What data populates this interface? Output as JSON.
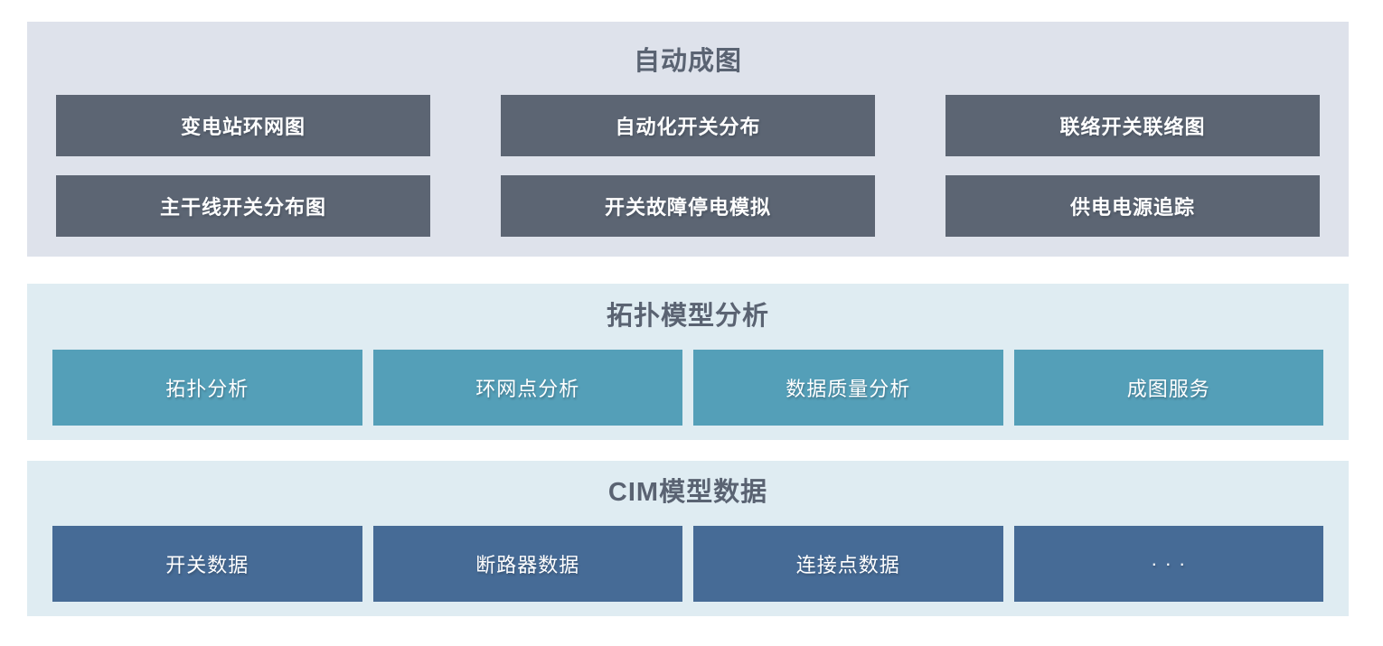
{
  "colors": {
    "title_text": "#5a6372",
    "top_panel_bg": "#dee2eb",
    "top_box": "#5c6573",
    "analysis_panel_bg": "#dfecf2",
    "analysis_box": "#549fb8",
    "data_panel_bg": "#dfecf2",
    "data_box": "#466b96",
    "box_text": "#ffffff"
  },
  "panels": [
    {
      "title": "自动成图",
      "items": [
        "变电站环网图",
        "自动化开关分布",
        "联络开关联络图",
        "主干线开关分布图",
        "开关故障停电模拟",
        "供电电源追踪"
      ]
    },
    {
      "title": "拓扑模型分析",
      "items": [
        "拓扑分析",
        "环网点分析",
        "数据质量分析",
        "成图服务"
      ]
    },
    {
      "title": "CIM模型数据",
      "items": [
        "开关数据",
        "断路器数据",
        "连接点数据",
        "· · ·"
      ]
    }
  ]
}
